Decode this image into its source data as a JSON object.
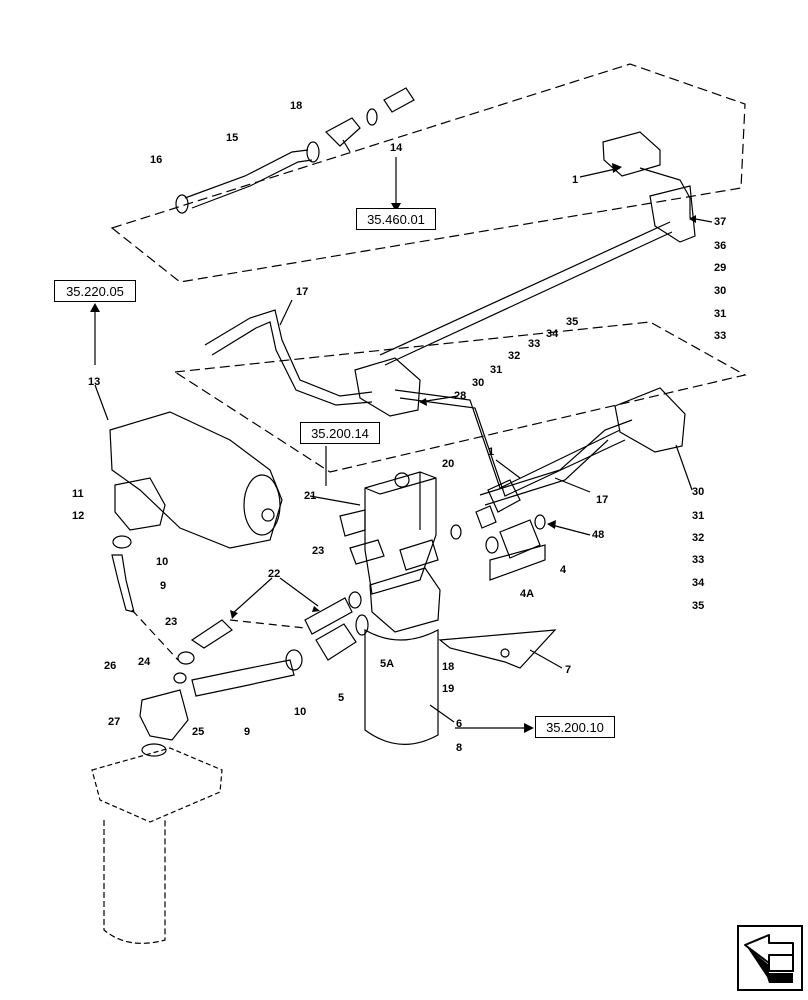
{
  "references": {
    "r_35_460_01": "35.460.01",
    "r_35_220_05": "35.220.05",
    "r_35_200_14": "35.200.14",
    "r_35_200_10": "35.200.10"
  },
  "callouts": {
    "c1a": "1",
    "c1b": "1",
    "c4": "4",
    "c4a": "4A",
    "c5": "5",
    "c5a": "5A",
    "c6": "6",
    "c7": "7",
    "c8": "8",
    "c9a": "9",
    "c9b": "9",
    "c10a": "10",
    "c10b": "10",
    "c11": "11",
    "c12": "12",
    "c13": "13",
    "c14": "14",
    "c15": "15",
    "c16": "16",
    "c17a": "17",
    "c17b": "17",
    "c18a": "18",
    "c18b": "18",
    "c19": "19",
    "c20": "20",
    "c21": "21",
    "c22": "22",
    "c23a": "23",
    "c23b": "23",
    "c24": "24",
    "c25": "25",
    "c26": "26",
    "c27": "27",
    "c28": "28",
    "c29": "29",
    "c30a": "30",
    "c30b": "30",
    "c30c": "30",
    "c31a": "31",
    "c31b": "31",
    "c31c": "31",
    "c32a": "32",
    "c32b": "32",
    "c33a": "33",
    "c33b": "33",
    "c33c": "33",
    "c34a": "34",
    "c34b": "34",
    "c35a": "35",
    "c35b": "35",
    "c36": "36",
    "c37": "37",
    "c48": "48"
  },
  "nav_icon": "arrow-icon"
}
